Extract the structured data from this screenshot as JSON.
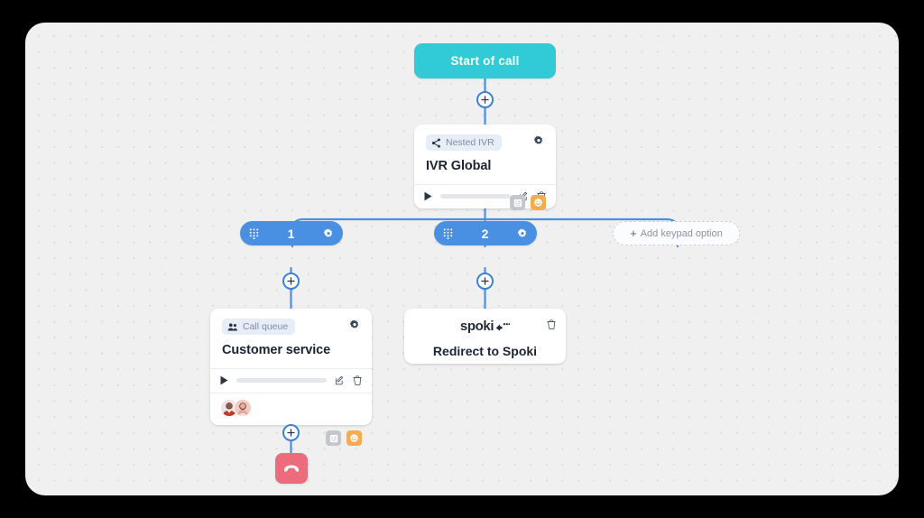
{
  "canvas": {
    "background_color": "#f0f0f0",
    "dot_color": "#d9d9d9",
    "page_background": "#000000"
  },
  "flow": {
    "start_node": {
      "label": "Start of call",
      "color": "#31cbd8"
    },
    "ivr_card": {
      "badge_label": "Nested IVR",
      "badge_icon": "share-nodes-icon",
      "title": "IVR Global",
      "settings_icon": "gear-icon",
      "play_icon": "play-icon",
      "edit_icon": "edit-square-icon",
      "delete_icon": "trash-icon",
      "mini_badges": [
        {
          "name": "keypad-badge",
          "icon": "keypad-icon",
          "color": "#c3c7cd"
        },
        {
          "name": "emoji-badge",
          "icon": "smiley-icon",
          "color": "#f5ab4e"
        }
      ]
    },
    "keypad_options": [
      {
        "number": "1",
        "keypad_icon": "dialpad-icon",
        "settings_icon": "gear-icon",
        "color": "#4a90e2"
      },
      {
        "number": "2",
        "keypad_icon": "dialpad-icon",
        "settings_icon": "gear-icon",
        "color": "#4a90e2"
      }
    ],
    "add_option": {
      "label": "Add keypad option",
      "plus": "+"
    },
    "queue_card": {
      "badge_label": "Call queue",
      "badge_icon": "users-icon",
      "title": "Customer service",
      "settings_icon": "gear-icon",
      "play_icon": "play-icon",
      "edit_icon": "edit-square-icon",
      "delete_icon": "trash-icon",
      "agents": [
        {
          "name": "agent-avatar-1"
        },
        {
          "name": "agent-avatar-2"
        }
      ],
      "mini_badges": [
        {
          "name": "keypad-badge",
          "icon": "keypad-icon",
          "color": "#c3c7cd"
        },
        {
          "name": "emoji-badge",
          "icon": "smiley-icon",
          "color": "#f5ab4e"
        }
      ]
    },
    "spoki_card": {
      "logo_text": "spoki",
      "logo_mark": "spoki-mark-icon",
      "title": "Redirect to Spoki",
      "delete_icon": "trash-icon"
    },
    "hangup_node": {
      "icon": "hangup-phone-icon",
      "color": "#ec6c7d"
    },
    "connector": {
      "color": "#4a90e2",
      "add_handle_icon": "plus-icon"
    }
  }
}
